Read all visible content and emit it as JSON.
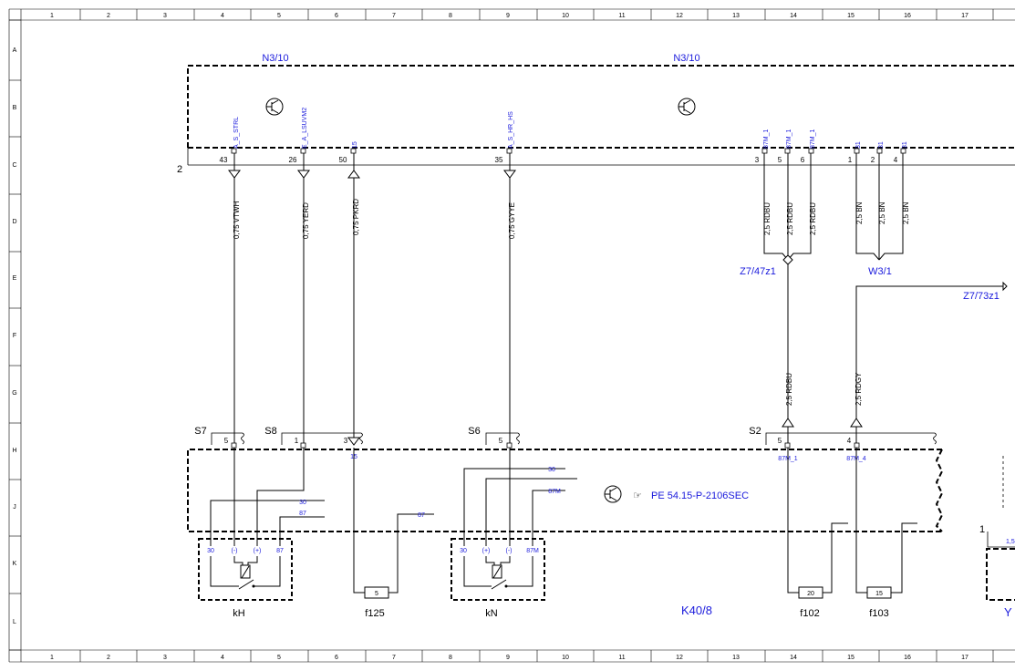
{
  "frame": {
    "columns": [
      "1",
      "2",
      "3",
      "4",
      "5",
      "6",
      "7",
      "8",
      "9",
      "10",
      "11",
      "12",
      "13",
      "14",
      "15",
      "16",
      "17"
    ],
    "rows": [
      "A",
      "B",
      "C",
      "D",
      "E",
      "F",
      "G",
      "H",
      "J",
      "K",
      "L"
    ]
  },
  "components": {
    "n3_10_left": "N3/10",
    "n3_10_right": "N3/10",
    "k40_8": "K40/8",
    "z7_47z1": "Z7/47z1",
    "w3_1": "W3/1",
    "z7_73z1": "Z7/73z1",
    "ref": "PE 54.15-P-2106SEC",
    "bus_label": "2"
  },
  "ecu_pins": [
    {
      "signal": "A_S_STRL",
      "pin": "43",
      "wire": "0,75 VTWH"
    },
    {
      "signal": "E_A_LSUVM2",
      "pin": "26",
      "wire": "0,75 YERD"
    },
    {
      "signal": "15",
      "pin": "50",
      "wire": "0,75 PKRD"
    },
    {
      "signal": "A_S_HR_HS",
      "pin": "35",
      "wire": "0,75 GYYE"
    },
    {
      "signal": "87M_1",
      "pin": "3",
      "wire": "2,5 RDBU"
    },
    {
      "signal": "87M_1",
      "pin": "5",
      "wire": "2,5 RDBU"
    },
    {
      "signal": "87M_1",
      "pin": "6",
      "wire": "2,5 RDBU"
    },
    {
      "signal": "31",
      "pin": "1",
      "wire": "2,5 BN"
    },
    {
      "signal": "31",
      "pin": "2",
      "wire": "2,5 BN"
    },
    {
      "signal": "31",
      "pin": "4",
      "wire": "2,5 BN"
    }
  ],
  "lower_wires": {
    "rdbu": "2,5 RDBU",
    "rdgy": "2,5 RDGY"
  },
  "connectors": {
    "s7": "S7",
    "s8": "S8",
    "s6": "S6",
    "s2": "S2"
  },
  "connector_pins": {
    "s7_5": "5",
    "s8_1": "1",
    "s8_3": "3",
    "s8_15": "15",
    "s6_5": "5",
    "s2_5": "5",
    "s2_4": "4",
    "s2_87m1": "87M_1",
    "s2_87m4": "87M_4"
  },
  "relay_kh": {
    "name": "kH",
    "pins": [
      "30",
      "(-)",
      "(+)",
      "87"
    ],
    "bus": [
      "30",
      "87"
    ]
  },
  "relay_kn": {
    "name": "kN",
    "pins": [
      "30",
      "(+)",
      "(-)",
      "87M"
    ],
    "bus": [
      "30",
      "87M"
    ]
  },
  "f125_bus": "87",
  "fuses": [
    {
      "name": "f125",
      "rating": "5"
    },
    {
      "name": "f102",
      "rating": "20"
    },
    {
      "name": "f103",
      "rating": "15"
    }
  ],
  "edge": {
    "right_pin": "1",
    "right_label": "1,5",
    "bottom_right": "Y"
  }
}
